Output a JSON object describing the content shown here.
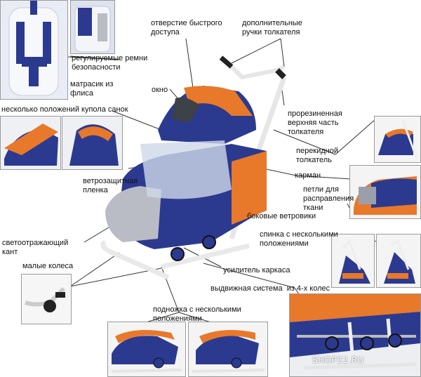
{
  "labels": {
    "quick_access": "отверстие быстрого\nдоступа",
    "extra_handles": "дополнительные\nручки толкателя",
    "safety_belts": "регулируемые ремни\nбезопасности",
    "fleece_mattress": "матрасик из\nфлиса",
    "window": "окно",
    "canopy_positions": "несколько положений купола санок",
    "rubber_handle": "прорезиненная\nверхняя часть\nтолкателя",
    "flip_handle": "перекидной\nтолкатель",
    "wind_film": "ветрозащитная\nпленка",
    "pocket": "карман",
    "fabric_loops": "петли для\nрасправления\nткани",
    "side_vents": "боковые ветровики",
    "reflective_edge": "светоотражающий\nкант",
    "backrest_positions": "спинка с несколькими\nположениями",
    "small_wheels": "малые колеса",
    "frame_reinforcement": "усилитель каркаса",
    "wheel_system": "выдвижная система  из 4-х колес",
    "footrest_positions": "подножка с несколькими\nположениями"
  },
  "watermark": "SHOP22.RU",
  "colors": {
    "navy": "#2b3a8f",
    "orange": "#e8782a",
    "white_frame": "#f2f2f2",
    "grey": "#b9bcc4",
    "pointer": "#333333"
  }
}
